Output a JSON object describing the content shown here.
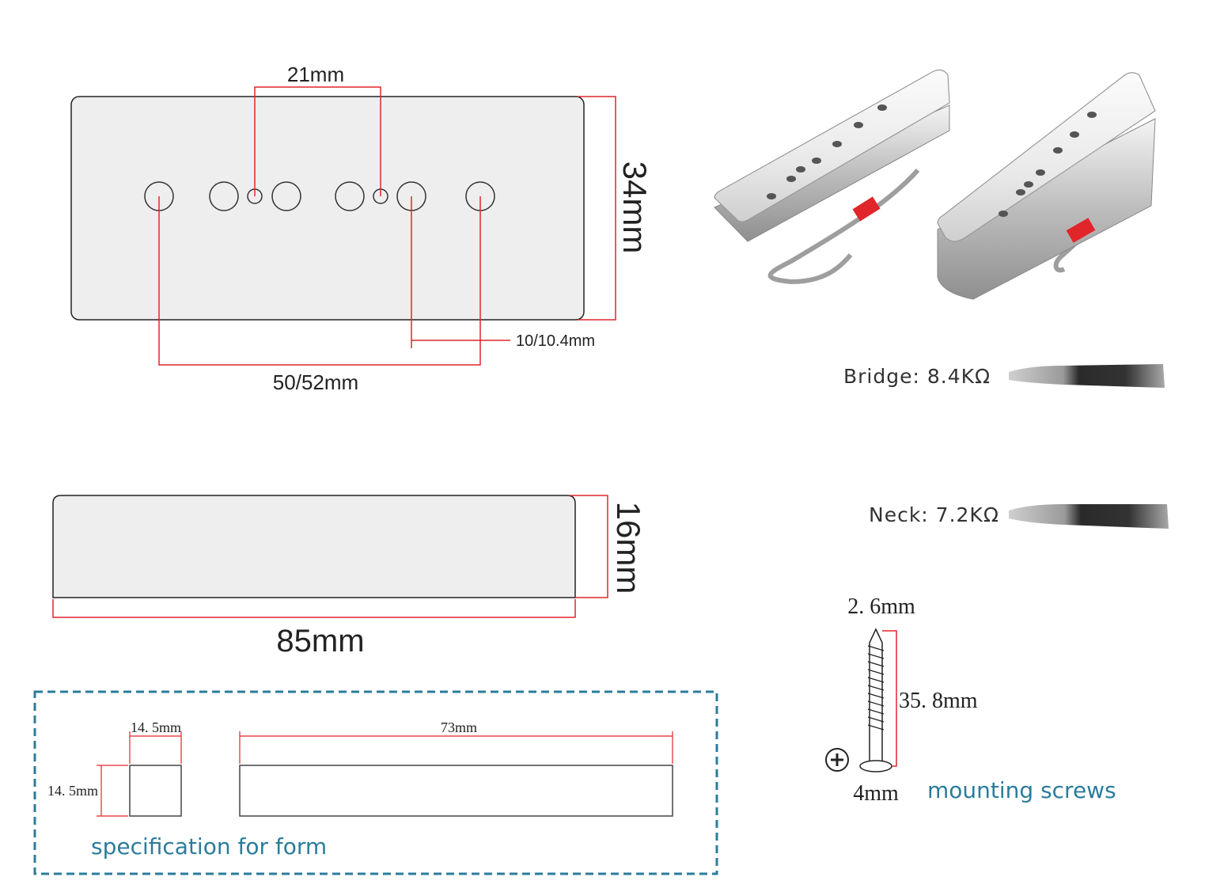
{
  "top_view": {
    "spacing_label": "21mm",
    "height_label": "34mm",
    "pole_gap_label": "10/10.4mm",
    "span_label": "50/52mm"
  },
  "side_view": {
    "height_label": "16mm",
    "length_label": "85mm"
  },
  "form_spec": {
    "square_width_label": "14. 5mm",
    "square_height_label": "14. 5mm",
    "bar_length_label": "73mm",
    "caption": "specification for form"
  },
  "resistance": {
    "bridge_label": "Bridge: 8.4KΩ",
    "neck_label": "Neck: 7.2KΩ"
  },
  "screw": {
    "diameter_label": "2. 6mm",
    "length_label": "35. 8mm",
    "head_label": "4mm",
    "caption": "mounting screws"
  },
  "colors": {
    "dimension_line": "#e0262b",
    "accent_teal": "#2b7c9b",
    "cover_fill": "#eeeeee",
    "chrome": "#d9d9d9"
  }
}
